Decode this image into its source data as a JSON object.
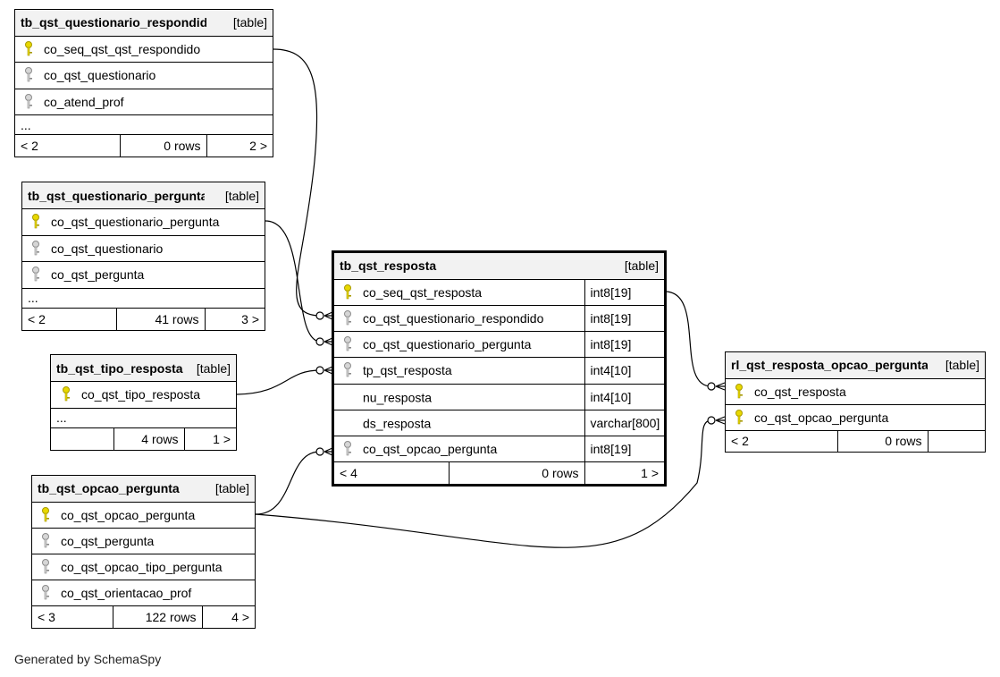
{
  "footer": "Generated by SchemaSpy",
  "tables": {
    "respondido": {
      "name": "tb_qst_questionario_respondido",
      "type": "[table]",
      "columns": [
        {
          "name": "co_seq_qst_qst_respondido",
          "key": "primary"
        },
        {
          "name": "co_qst_questionario",
          "key": "foreign"
        },
        {
          "name": "co_atend_prof",
          "key": "foreign"
        }
      ],
      "ellipsis": "...",
      "footer": {
        "parents": "< 2",
        "rows": "0 rows",
        "children": "2 >"
      }
    },
    "pergunta": {
      "name": "tb_qst_questionario_pergunta",
      "type": "[table]",
      "columns": [
        {
          "name": "co_qst_questionario_pergunta",
          "key": "primary"
        },
        {
          "name": "co_qst_questionario",
          "key": "foreign"
        },
        {
          "name": "co_qst_pergunta",
          "key": "foreign"
        }
      ],
      "ellipsis": "...",
      "footer": {
        "parents": "< 2",
        "rows": "41 rows",
        "children": "3 >"
      }
    },
    "tipo": {
      "name": "tb_qst_tipo_resposta",
      "type": "[table]",
      "columns": [
        {
          "name": "co_qst_tipo_resposta",
          "key": "primary"
        }
      ],
      "ellipsis": "...",
      "footer": {
        "parents": "",
        "rows": "4 rows",
        "children": "1 >"
      }
    },
    "opcao": {
      "name": "tb_qst_opcao_pergunta",
      "type": "[table]",
      "columns": [
        {
          "name": "co_qst_opcao_pergunta",
          "key": "primary"
        },
        {
          "name": "co_qst_pergunta",
          "key": "foreign"
        },
        {
          "name": "co_qst_opcao_tipo_pergunta",
          "key": "foreign"
        },
        {
          "name": "co_qst_orientacao_prof",
          "key": "foreign"
        }
      ],
      "footer": {
        "parents": "< 3",
        "rows": "122 rows",
        "children": "4 >"
      }
    },
    "resposta": {
      "name": "tb_qst_resposta",
      "type": "[table]",
      "columns": [
        {
          "name": "co_seq_qst_resposta",
          "key": "primary",
          "datatype": "int8[19]"
        },
        {
          "name": "co_qst_questionario_respondido",
          "key": "foreign",
          "datatype": "int8[19]"
        },
        {
          "name": "co_qst_questionario_pergunta",
          "key": "foreign",
          "datatype": "int8[19]"
        },
        {
          "name": "tp_qst_resposta",
          "key": "foreign",
          "datatype": "int4[10]"
        },
        {
          "name": "nu_resposta",
          "key": "none",
          "datatype": "int4[10]"
        },
        {
          "name": "ds_resposta",
          "key": "none",
          "datatype": "varchar[800]"
        },
        {
          "name": "co_qst_opcao_pergunta",
          "key": "foreign",
          "datatype": "int8[19]"
        }
      ],
      "footer": {
        "parents": "< 4",
        "rows": "0 rows",
        "children": "1 >"
      }
    },
    "rl": {
      "name": "rl_qst_resposta_opcao_pergunta",
      "type": "[table]",
      "columns": [
        {
          "name": "co_qst_resposta",
          "key": "primary"
        },
        {
          "name": "co_qst_opcao_pergunta",
          "key": "primary"
        }
      ],
      "footer": {
        "parents": "< 2",
        "rows": "0 rows",
        "children": ""
      }
    }
  }
}
